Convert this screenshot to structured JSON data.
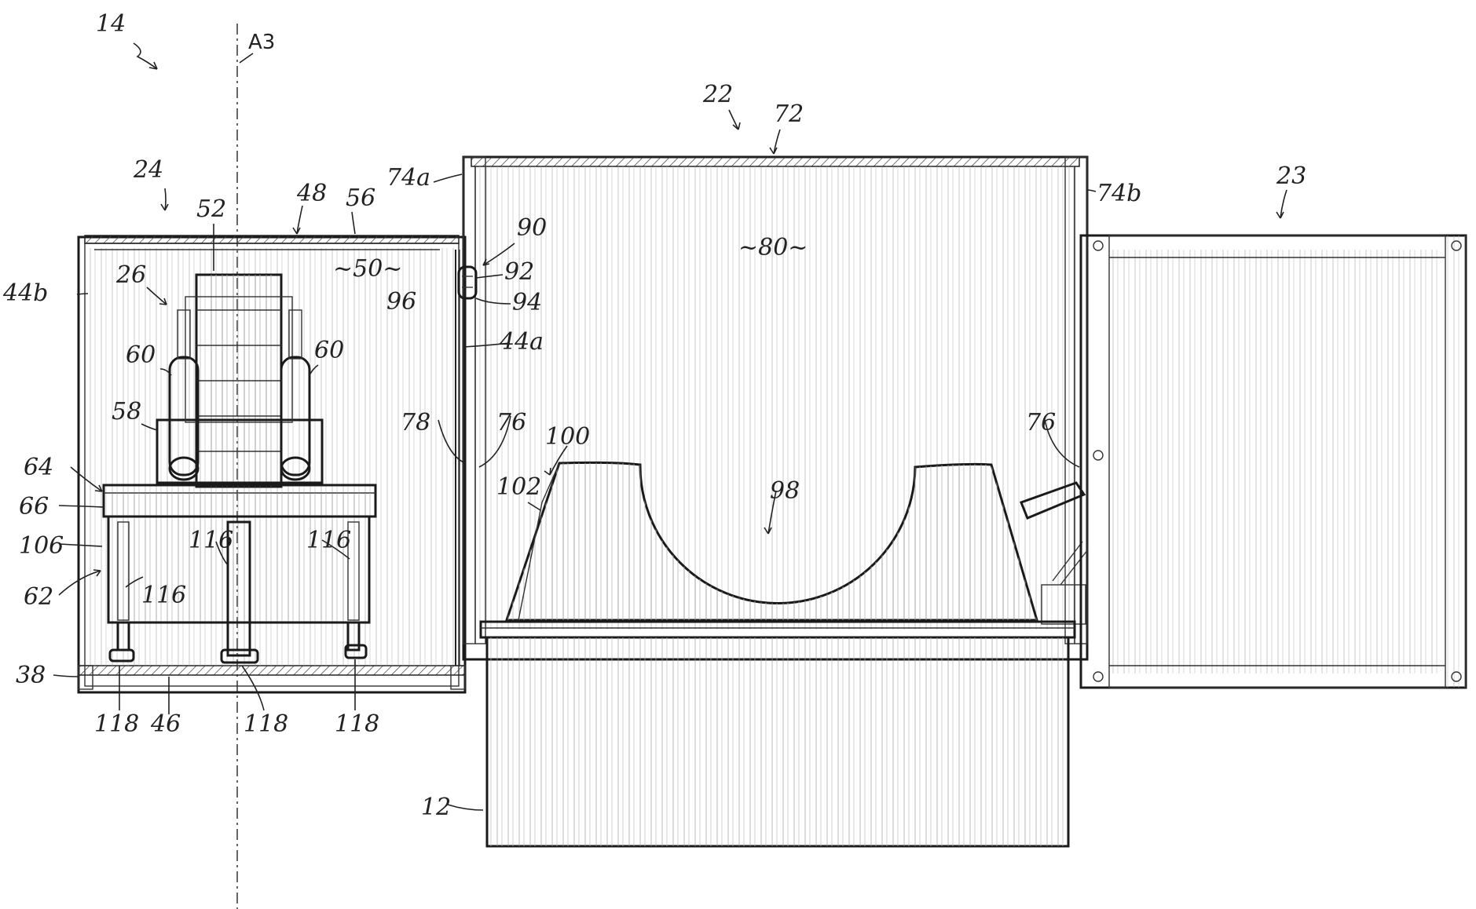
{
  "labels": {
    "l14": "14",
    "a3": "A3",
    "l22": "22",
    "l72": "72",
    "l23": "23",
    "l24": "24",
    "l48": "48",
    "l56": "56",
    "l74a": "74a",
    "l74b": "74b",
    "l52": "52",
    "l50": "~50~",
    "l80": "~80~",
    "l90": "90",
    "l92": "92",
    "l94": "94",
    "l96": "96",
    "l44a": "44a",
    "l44b": "44b",
    "l26": "26",
    "l60a": "60",
    "l60b": "60",
    "l58": "58",
    "l78": "78",
    "l76a": "76",
    "l76b": "76",
    "l100": "100",
    "l102": "102",
    "l98": "98",
    "l64": "64",
    "l66": "66",
    "l106": "106",
    "l62": "62",
    "l116a": "116",
    "l116b": "116",
    "l116c": "116",
    "l38": "38",
    "l118a": "118",
    "l46": "46",
    "l118b": "118",
    "l118c": "118",
    "l12": "12"
  }
}
